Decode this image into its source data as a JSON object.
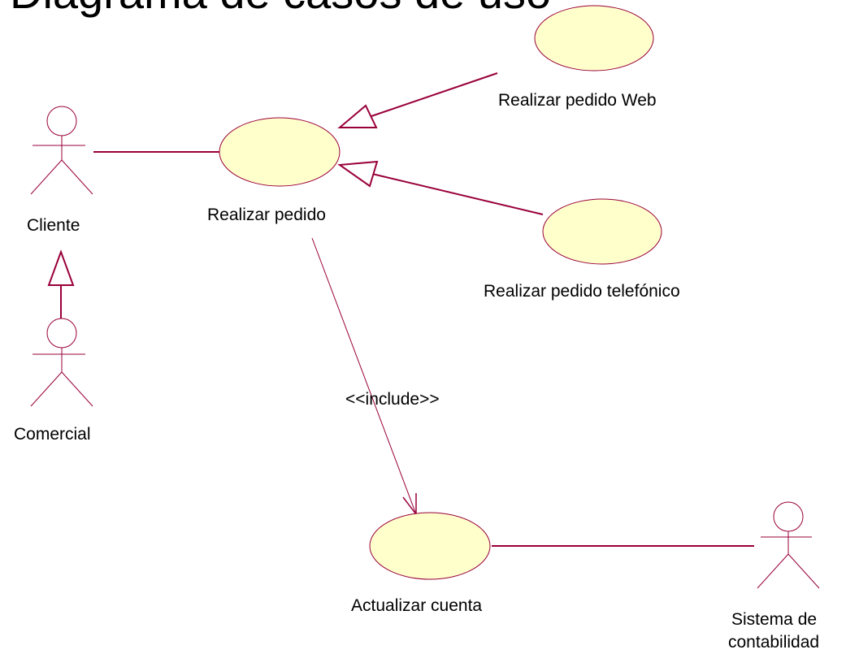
{
  "title": "Diagrama de casos de uso",
  "colors": {
    "line": "#99003a",
    "usecase_fill": "#ffffcc",
    "usecase_stroke": "#99003a",
    "text": "#000000"
  },
  "actors": {
    "cliente": "Cliente",
    "comercial": "Comercial",
    "sistema_contabilidad_line1": "Sistema de",
    "sistema_contabilidad_line2": "contabilidad"
  },
  "use_cases": {
    "realizar_pedido": "Realizar pedido",
    "realizar_pedido_web": "Realizar pedido Web",
    "realizar_pedido_telefonico": "Realizar pedido telefónico",
    "actualizar_cuenta": "Actualizar cuenta"
  },
  "relations": {
    "include_label": "<<include>>"
  }
}
